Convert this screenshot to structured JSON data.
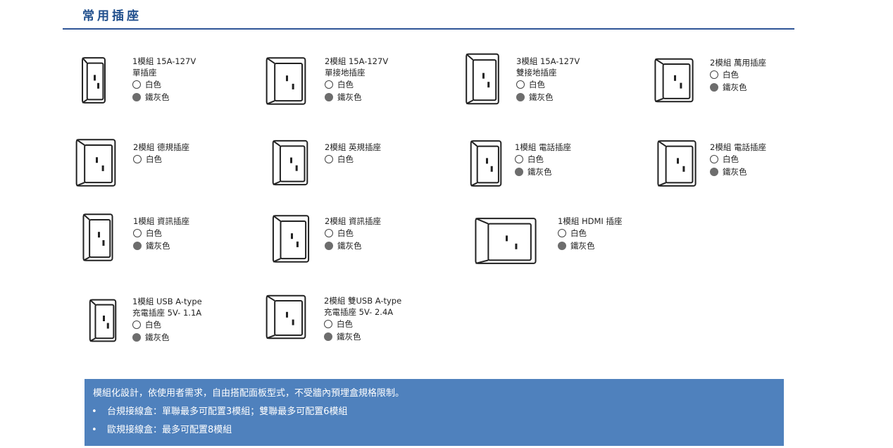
{
  "header": {
    "title": "常用插座"
  },
  "colors": {
    "accent": "#2f5597",
    "note_bg": "#4f81bd",
    "grey_dot": "#6d6d6d"
  },
  "products": [
    {
      "name": "1模組 15A-127V",
      "sub": "單插座",
      "options": [
        "白色",
        "鐵灰色"
      ]
    },
    {
      "name": "2模組 15A-127V",
      "sub": "單接地插座",
      "options": [
        "白色",
        "鐵灰色"
      ]
    },
    {
      "name": "3模組 15A-127V",
      "sub": "雙接地插座",
      "options": [
        "白色",
        "鐵灰色"
      ]
    },
    {
      "name": "2模組 萬用插座",
      "options": [
        "白色",
        "鐵灰色"
      ]
    },
    {
      "name": "2模組 德規插座",
      "options": [
        "白色"
      ]
    },
    {
      "name": "2模組 英規插座",
      "options": [
        "白色"
      ]
    },
    {
      "name": "1模組 電話插座",
      "options": [
        "白色",
        "鐵灰色"
      ]
    },
    {
      "name": "2模組 電話插座",
      "options": [
        "白色",
        "鐵灰色"
      ]
    },
    {
      "name": "1模組 資訊插座",
      "options": [
        "白色",
        "鐵灰色"
      ]
    },
    {
      "name": "2模組 資訊插座",
      "options": [
        "白色",
        "鐵灰色"
      ]
    },
    {
      "name": "1模組 HDMI 插座",
      "options": [
        "白色",
        "鐵灰色"
      ]
    },
    {
      "name": "1模組 USB A-type",
      "sub": "充電插座 5V- 1.1A",
      "options": [
        "白色",
        "鐵灰色"
      ]
    },
    {
      "name": "2模組 雙USB A-type",
      "sub": "充電插座 5V- 2.4A",
      "options": [
        "白色",
        "鐵灰色"
      ]
    }
  ],
  "note": {
    "intro": "模組化設計，依使用者需求，自由搭配面板型式，不受牆內預埋盒規格限制。",
    "bullets": [
      "台規接線盒：單聯最多可配置3模組；雙聯最多可配置6模組",
      "歐規接線盒：最多可配置8模組"
    ],
    "bullet_char": "•"
  }
}
